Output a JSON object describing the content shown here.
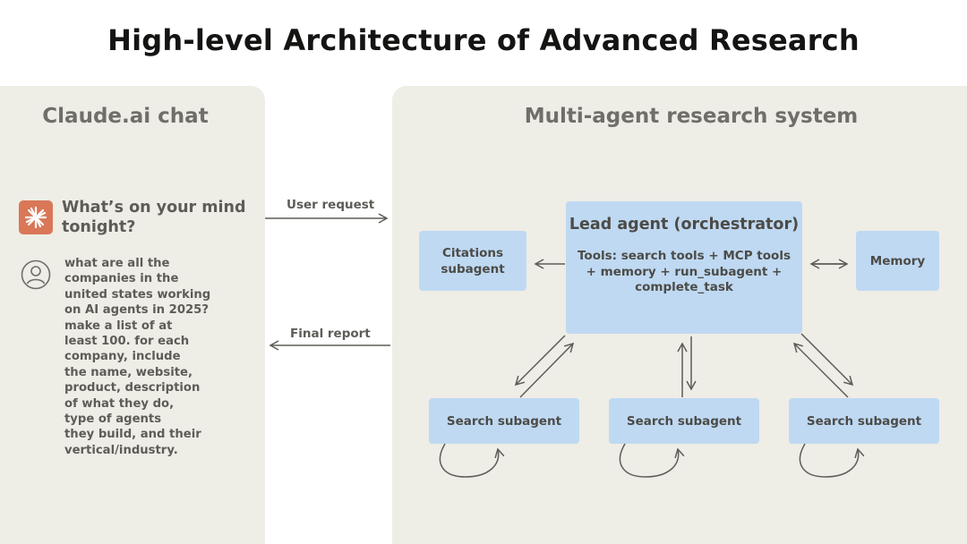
{
  "title": "High-level Architecture of Advanced Research",
  "left_panel": {
    "heading": "Claude.ai chat",
    "prompt": "What’s on your mind tonight?",
    "query": "what are all the\ncompanies in the\nunited states working\non AI agents in 2025?\nmake a list of at\nleast 100. for each\ncompany, include\nthe name, website,\nproduct, description\nof what they do,\ntype of agents\nthey build, and their\nvertical/industry."
  },
  "right_panel": {
    "heading": "Multi-agent research system",
    "lead_agent": {
      "title": "Lead agent (orchestrator)",
      "tools": "Tools: search tools + MCP tools + memory + run_subagent + complete_task"
    },
    "citations_subagent": "Citations subagent",
    "memory": "Memory",
    "search_subagents": [
      "Search subagent",
      "Search subagent",
      "Search subagent"
    ]
  },
  "edges": {
    "user_request": "User request",
    "final_report": "Final report"
  },
  "colors": {
    "panel_bg": "#eeede6",
    "box_bg": "#bfd9f2",
    "logo_accent": "#d97757",
    "text_muted": "#6f6e69"
  },
  "icons": {
    "logo": "claude-spark-icon",
    "avatar": "user-avatar-icon"
  }
}
